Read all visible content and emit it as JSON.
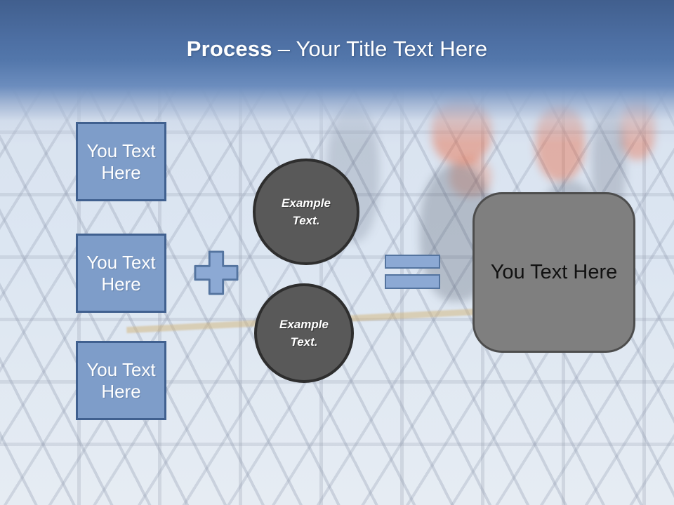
{
  "slide": {
    "title": {
      "bold": "Process",
      "rest": "– Your Title Text Here"
    },
    "left_boxes": [
      {
        "label": "You Text Here"
      },
      {
        "label": "You Text Here"
      },
      {
        "label": "You Text Here"
      }
    ],
    "circles": [
      {
        "label": "Example Text."
      },
      {
        "label": "Example Text."
      }
    ],
    "result_box": {
      "label": "You Text Here"
    },
    "icons": {
      "plus": "plus-operator",
      "equals": "equals-operator"
    },
    "colors": {
      "header_top": "#415f8e",
      "header_mid": "#5377ab",
      "box_fill": "#7e9dc9",
      "box_border": "#40608f",
      "operator_fill": "#8ca9d4",
      "operator_border": "#54749f",
      "circle_fill": "#595959",
      "circle_border": "#2e2e2e",
      "result_fill": "#7f7f7f",
      "result_border": "#4d4d4d",
      "title_text": "#ffffff"
    }
  }
}
